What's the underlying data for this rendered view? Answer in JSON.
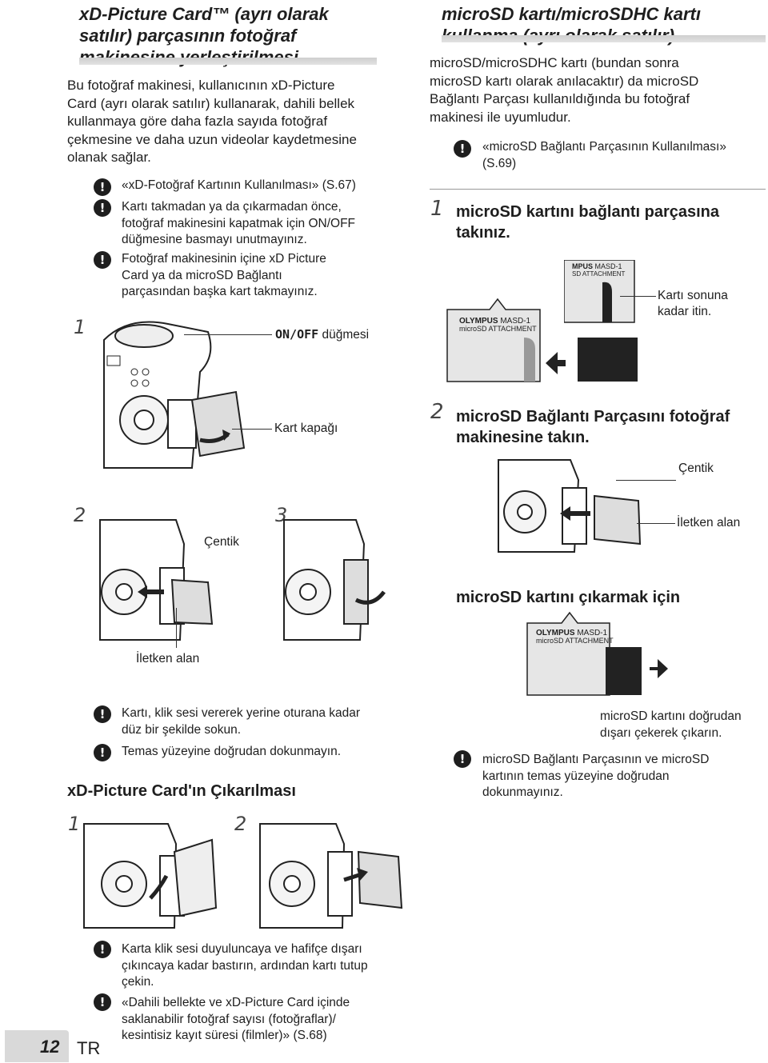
{
  "left": {
    "section_title": "xD-Picture Card™ (ayrı olarak satılır) parçasının fotoğraf makinesine yerleştirilmesi",
    "title_lines": [
      "xD-Picture Card™ (ayrı olarak",
      "satılır) parçasının fotoğraf",
      "makinesine yerleştirilmesi"
    ],
    "intro_lines": [
      "Bu fotoğraf makinesi, kullanıcının xD-Picture",
      "Card (ayrı olarak satılır) kullanarak, dahili bellek",
      "kullanmaya göre daha fazla sayıda fotoğraf",
      "çekmesine ve daha uzun videolar kaydetmesine",
      "olanak sağlar."
    ],
    "notes": [
      {
        "lines": [
          "«xD-Fotoğraf Kartının Kullanılması» (S.67)"
        ]
      },
      {
        "lines": [
          "Kartı takmadan ya da çıkarmadan önce,",
          "fotoğraf makinesini kapatmak için ON/OFF",
          "düğmesine basmayı unutmayınız."
        ]
      },
      {
        "lines": [
          "Fotoğraf makinesinin içine xD Picture",
          "Card ya da microSD Bağlantı",
          "parçasından başka kart takmayınız."
        ]
      }
    ],
    "step1": {
      "num": "1",
      "label_onoff": "ON/OFF",
      "label_button": "düğmesi",
      "label_cover": "Kart kapağı"
    },
    "step2": {
      "num": "2",
      "label_notch": "Çentik",
      "label_contact": "İletken alan"
    },
    "step3": {
      "num": "3"
    },
    "insert_notes": [
      {
        "lines": [
          "Kartı, klik sesi vererek yerine oturana kadar",
          "düz bir şekilde sokun."
        ]
      },
      {
        "lines": [
          "Temas yüzeyine doğrudan dokunmayın."
        ]
      }
    ],
    "removal_title": "xD-Picture Card'ın Çıkarılması",
    "removal_step1": "1",
    "removal_step2": "2",
    "removal_notes": [
      {
        "lines": [
          "Karta klik sesi duyuluncaya ve hafifçe dışarı",
          "çıkıncaya kadar bastırın, ardından kartı tutup",
          "çekin."
        ]
      },
      {
        "lines": [
          "«Dahili bellekte ve xD-Picture Card içinde",
          "saklanabilir fotoğraf sayısı (fotoğraflar)/",
          "kesintisiz kayıt süresi (filmler)» (S.68)"
        ]
      }
    ]
  },
  "right": {
    "title_lines": [
      "microSD kartı/microSDHC kartı",
      "kullanma (ayrı olarak satılır)"
    ],
    "intro_lines": [
      "microSD/microSDHC kartı (bundan sonra",
      "microSD kartı olarak anılacaktır) da microSD",
      "Bağlantı Parçası kullanıldığında bu fotoğraf",
      "makinesi ile uyumludur."
    ],
    "note1_lines": [
      "«microSD Bağlantı Parçasının Kullanılması»",
      "(S.69)"
    ],
    "step1_num": "1",
    "step1_title_lines": [
      "microSD kartını bağlantı parçasına",
      "takınız."
    ],
    "adapter_brand_top": "MPUS",
    "adapter_model_top": "MASD-1",
    "adapter_caption_top": "SD ATTACHMENT",
    "adapter_brand": "OLYMPUS",
    "adapter_model": "MASD-1",
    "adapter_caption": "microSD ATTACHMENT",
    "push_label_lines": [
      "Kartı sonuna",
      "kadar itin."
    ],
    "step2_num": "2",
    "step2_title_lines": [
      "microSD Bağlantı Parçasını fotoğraf",
      "makinesine takın."
    ],
    "label_notch": "Çentik",
    "label_contact": "İletken alan",
    "remove_title": "microSD kartını çıkarmak için",
    "pull_label_lines": [
      "microSD kartını doğrudan",
      "dışarı çekerek çıkarın."
    ],
    "note2_lines": [
      "microSD Bağlantı Parçasının ve microSD",
      "kartının temas yüzeyine doğrudan",
      "dokunmayınız."
    ]
  },
  "footer": {
    "page_number": "12",
    "lang": "TR"
  },
  "warn_glyph": "!",
  "colors": {
    "text": "#1e1e1e",
    "rule": "#d6d6d6",
    "page_tab": "#d9d9d9",
    "warn_bg": "#1e1e1e"
  }
}
